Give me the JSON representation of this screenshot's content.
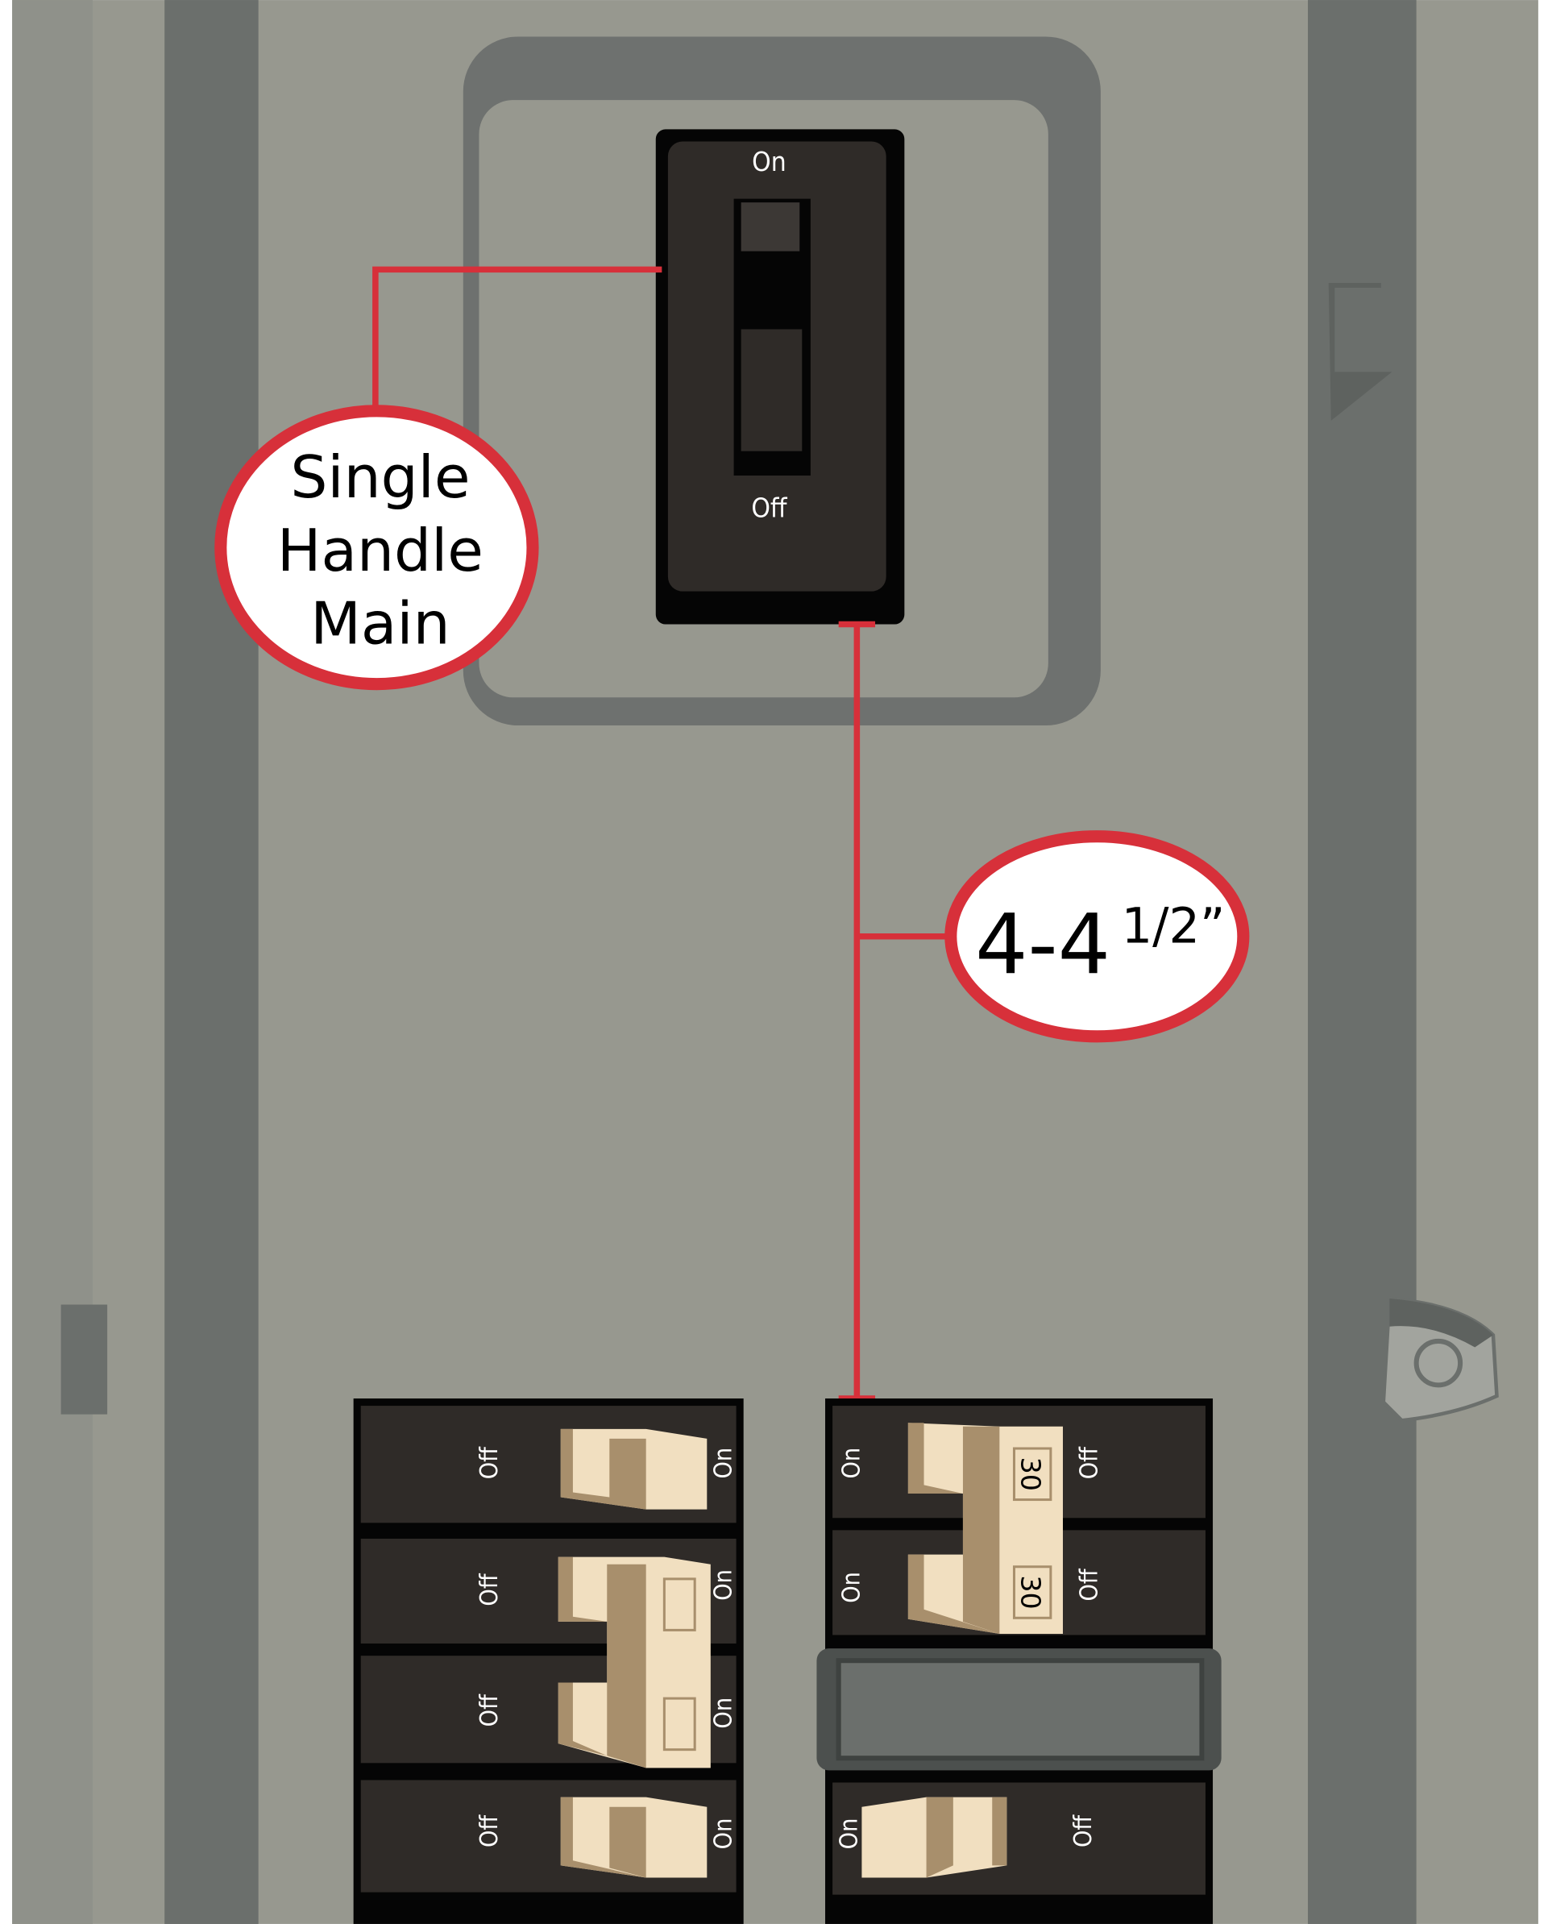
{
  "main_breaker": {
    "on_label": "On",
    "off_label": "Off"
  },
  "callouts": {
    "main": {
      "line1": "Single",
      "line2": "Handle",
      "line3": "Main"
    },
    "spacing": {
      "value": "4-4",
      "fraction": "1/2”"
    }
  },
  "breakers_left": [
    {
      "off": "Off",
      "on": "On"
    },
    {
      "off": "Off",
      "on": "On"
    },
    {
      "off": "Off",
      "on": "On"
    },
    {
      "off": "Off",
      "on": "On"
    }
  ],
  "breakers_right": [
    {
      "on": "On",
      "off": "Off",
      "rating": "30"
    },
    {
      "on": "On",
      "off": "Off",
      "rating": "30"
    },
    {
      "on": "On",
      "off": "Off"
    }
  ],
  "colors": {
    "panel": "#97988f",
    "dark": "#6b6f6c",
    "callout": "#d7303a",
    "breaker": "#2f2b28",
    "handle": "#f1dfc0"
  }
}
